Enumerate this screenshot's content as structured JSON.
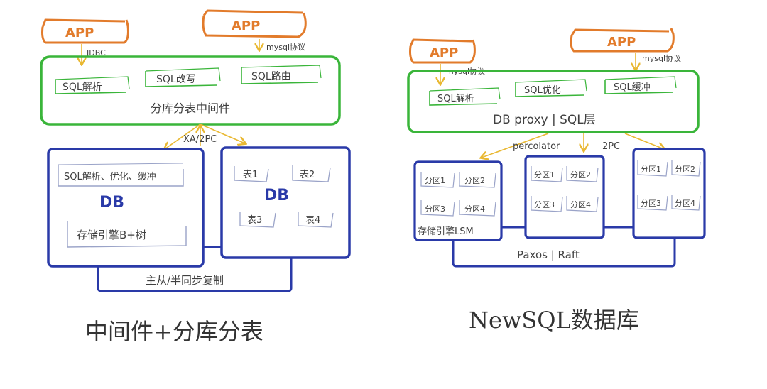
{
  "colors": {
    "app": "#e27b2b",
    "middleware": "#3ab53a",
    "db": "#2a3aa8",
    "arrow": "#e9b832",
    "label_dark": "#404040",
    "partition_box": "#9aa3c8"
  },
  "left": {
    "app1": "APP",
    "app2": "APP",
    "jdbc": "JDBC",
    "mysql_protocol": "mysql协议",
    "sql_parse": "SQL解析",
    "sql_rewrite": "SQL改写",
    "sql_route": "SQL路由",
    "middleware_title": "分库分表中间件",
    "xa_2pc": "XA/2PC",
    "db1": {
      "parse_line": "SQL解析、优化、缓冲",
      "label": "DB",
      "engine": "存储引擎B+树"
    },
    "db2": {
      "label": "DB",
      "tables": [
        "表1",
        "表2",
        "表3",
        "表4"
      ]
    },
    "replication": "主从/半同步复制",
    "caption": "中间件+分库分表"
  },
  "right": {
    "app1": "APP",
    "app2": "APP",
    "mysql_protocol1": "mysql协议",
    "mysql_protocol2": "mysql协议",
    "sql_parse": "SQL解析",
    "sql_optimize": "SQL优化",
    "sql_cache": "SQL缓冲",
    "proxy_title": "DB proxy | SQL层",
    "percolator": "percolator",
    "two_pc": "2PC",
    "node1": {
      "partitions": [
        "分区1",
        "分区2",
        "分区3",
        "分区4"
      ],
      "engine": "存储引擎LSM"
    },
    "node2": {
      "partitions": [
        "分区1",
        "分区2",
        "分区3",
        "分区4"
      ]
    },
    "node3": {
      "partitions": [
        "分区1",
        "分区2",
        "分区3",
        "分区4"
      ]
    },
    "consensus": "Paxos | Raft",
    "caption": "NewSQL数据库"
  }
}
